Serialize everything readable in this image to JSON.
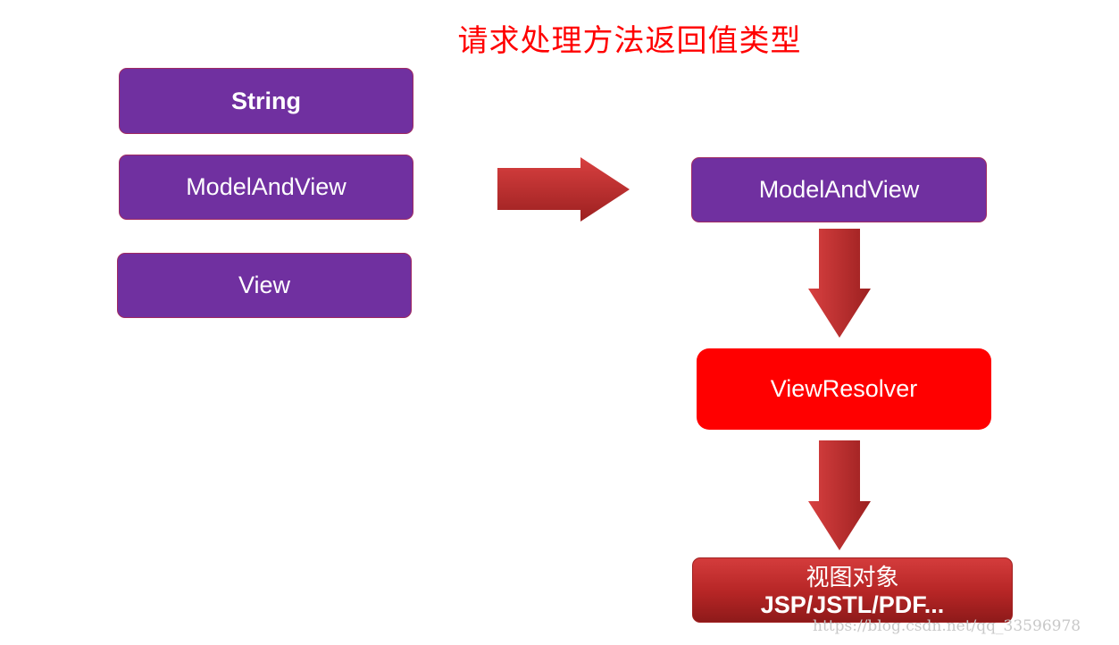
{
  "title": "请求处理方法返回值类型",
  "return_types": {
    "string": "String",
    "model_and_view": "ModelAndView",
    "view": "View"
  },
  "flow": {
    "model_and_view": "ModelAndView",
    "view_resolver": "ViewResolver",
    "view_object": {
      "line1": "视图对象",
      "line2": "JSP/JSTL/PDF..."
    }
  },
  "watermark": "https://blog.csdn.net/qq_33596978",
  "colors": {
    "title": "#ff0000",
    "purple_box": "#7030a0",
    "resolver_box": "#ff0000",
    "arrow": "#c0392b"
  }
}
